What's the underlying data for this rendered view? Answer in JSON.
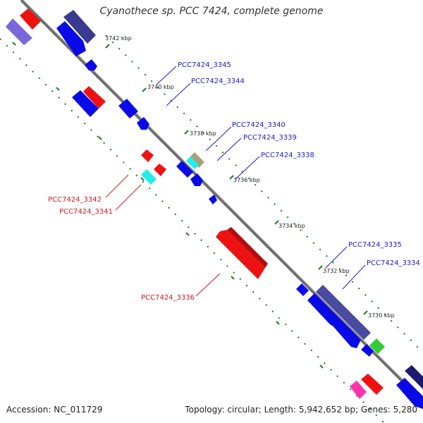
{
  "title": "Cyanothece sp. PCC 7424, complete genome",
  "footer": {
    "accession": "Accession: NC_011729",
    "stats": "Topology: circular; Length: 5,942,652 bp; Genes: 5,280"
  },
  "colors": {
    "backbone": "#7a7a7a",
    "tick": "#1e7a1e",
    "label_forward": "#1a1acc",
    "label_reverse": "#cc1a1a"
  },
  "position_markers": [
    {
      "label": "3742 kbp"
    },
    {
      "label": "3740 kbp"
    },
    {
      "label": "3738 kbp"
    },
    {
      "label": "3736 kbp"
    },
    {
      "label": "3734 kbp"
    },
    {
      "label": "3732 kbp"
    },
    {
      "label": "3730 kbp"
    }
  ],
  "labels_forward": [
    "PCC7424_3345",
    "PCC7424_3344",
    "PCC7424_3340",
    "PCC7424_3339",
    "PCC7424_3338",
    "PCC7424_3335",
    "PCC7424_3334"
  ],
  "labels_reverse": [
    "PCC7424_3342",
    "PCC7424_3341",
    "PCC7424_3336"
  ]
}
